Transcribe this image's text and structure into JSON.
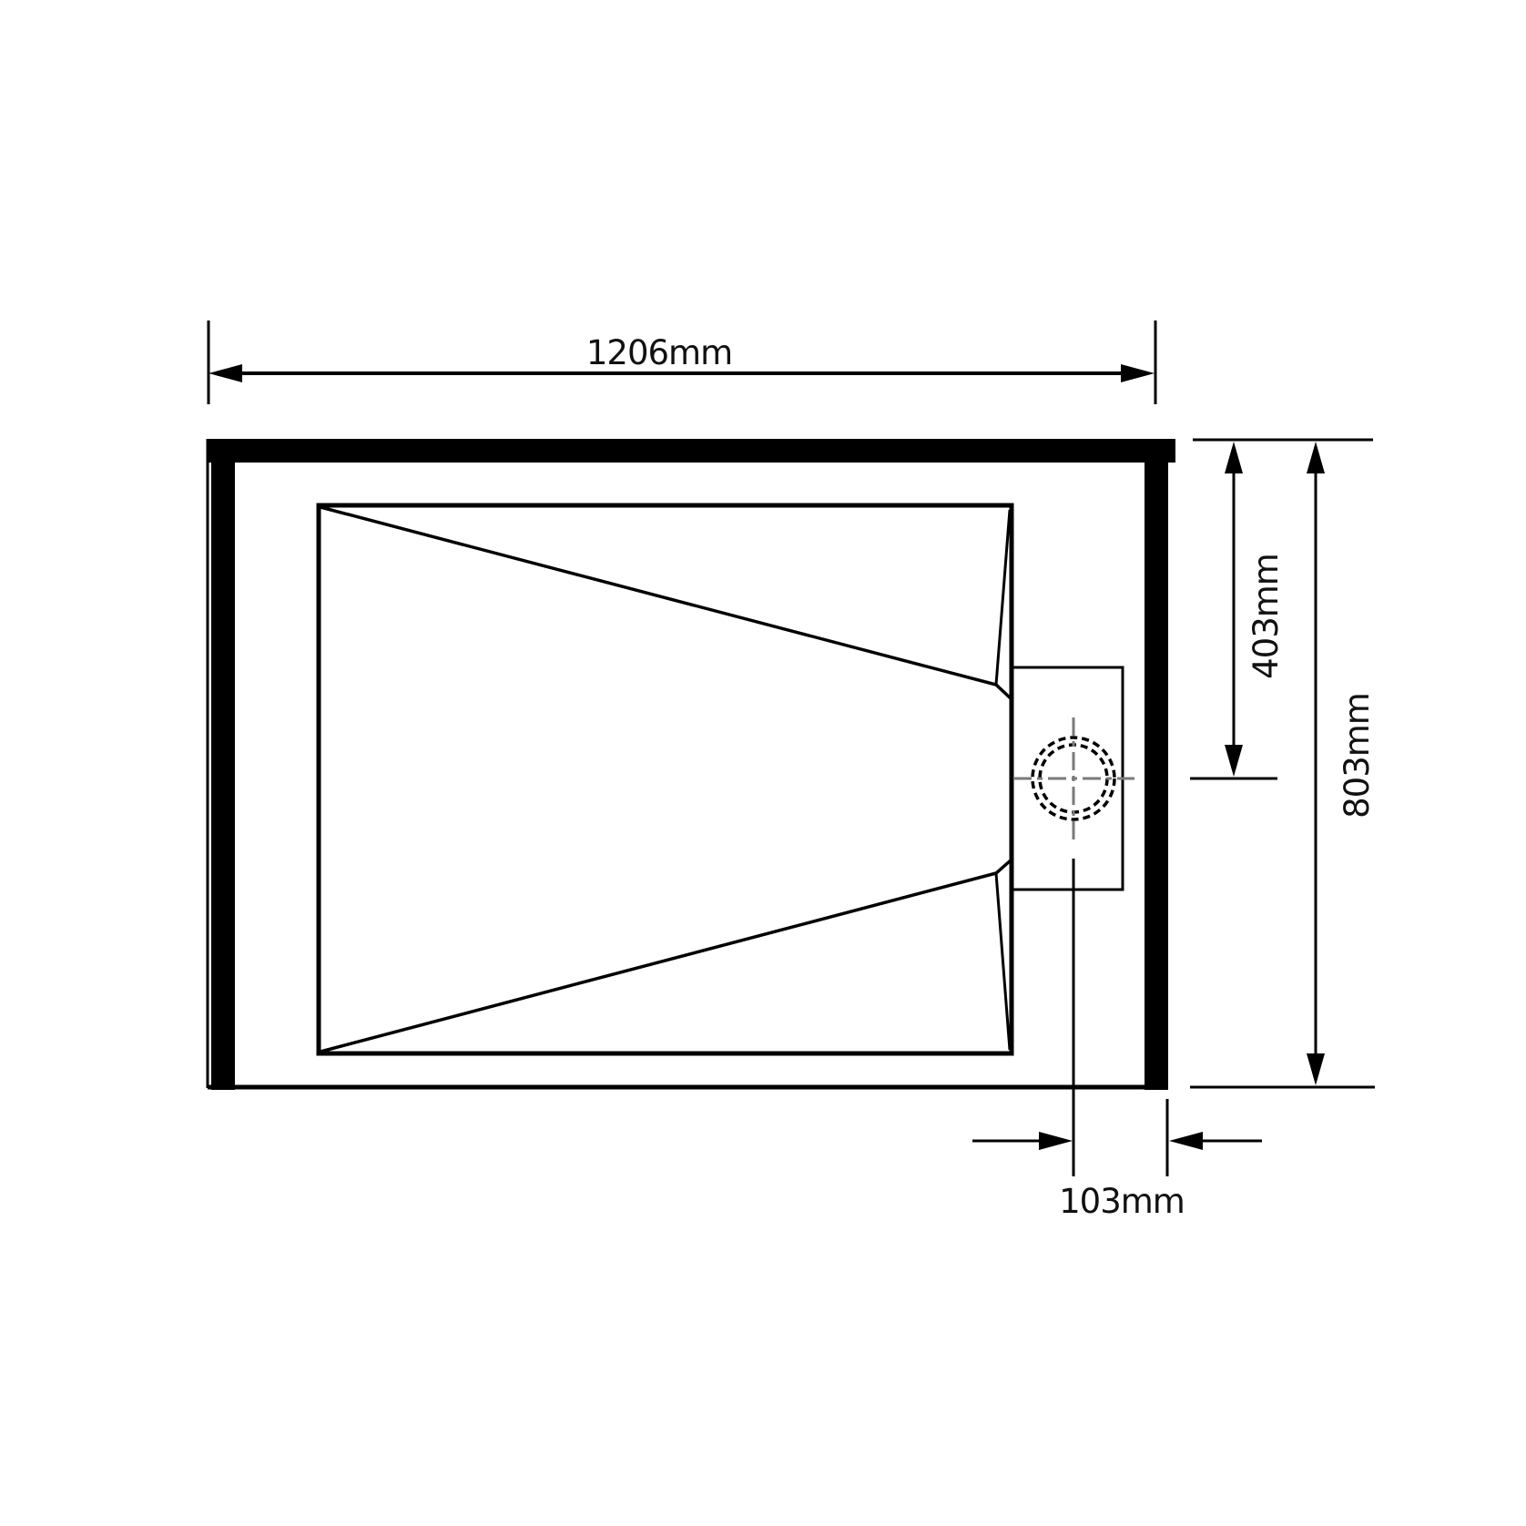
{
  "drawing": {
    "title": "Shower tray technical dimension drawing",
    "colors": {
      "ink": "#000000",
      "centerline": "#7a7a7a",
      "background": "#ffffff"
    }
  },
  "dimensions": {
    "overall_length": {
      "label": "1206mm",
      "value_mm": 1206,
      "orientation": "horizontal"
    },
    "waste_from_top": {
      "label": "403mm",
      "value_mm": 403,
      "orientation": "vertical"
    },
    "overall_width": {
      "label": "803mm",
      "value_mm": 803,
      "orientation": "vertical"
    },
    "waste_from_end": {
      "label": "103mm",
      "value_mm": 103,
      "orientation": "horizontal"
    }
  },
  "components": {
    "outer_frame": "tray-outline",
    "inner_tray": "tray-basin-with-fall-lines",
    "waste_cover": "rectangular-waste-box",
    "drain": "circular-drain-with-centerlines"
  }
}
